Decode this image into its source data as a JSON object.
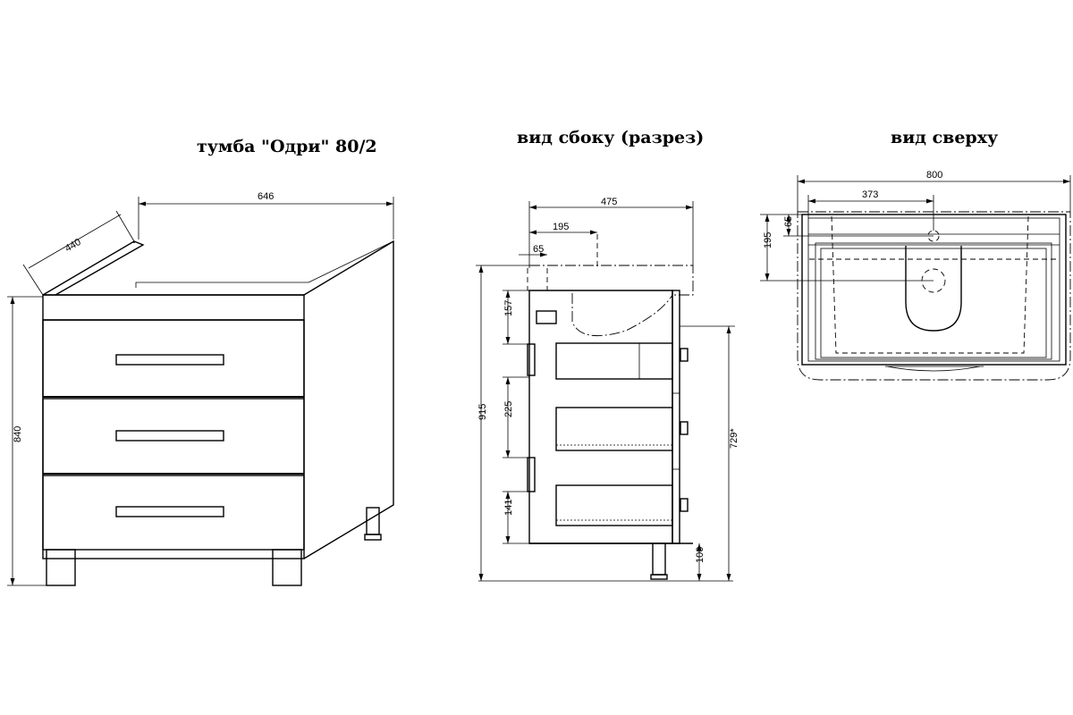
{
  "titles": {
    "front": "тумба \"Одри\" 80/2",
    "side": "вид сбоку (разрез)",
    "top": "вид сверху"
  },
  "front_view": {
    "width_dim": "646",
    "depth_dim": "440",
    "height_dim": "840"
  },
  "side_view": {
    "depth_dim": "475",
    "offset_dim": "195",
    "small_offset_dim": "65",
    "total_height_dim": "915",
    "drawer1_dim": "157",
    "drawer2_dim": "225",
    "drawer3_dim": "141",
    "front_height_dim": "729*",
    "leg_height_dim": "100"
  },
  "top_view": {
    "width_dim": "800",
    "center_dim": "373",
    "depth_dim": "195",
    "small_depth_dim": "65"
  }
}
